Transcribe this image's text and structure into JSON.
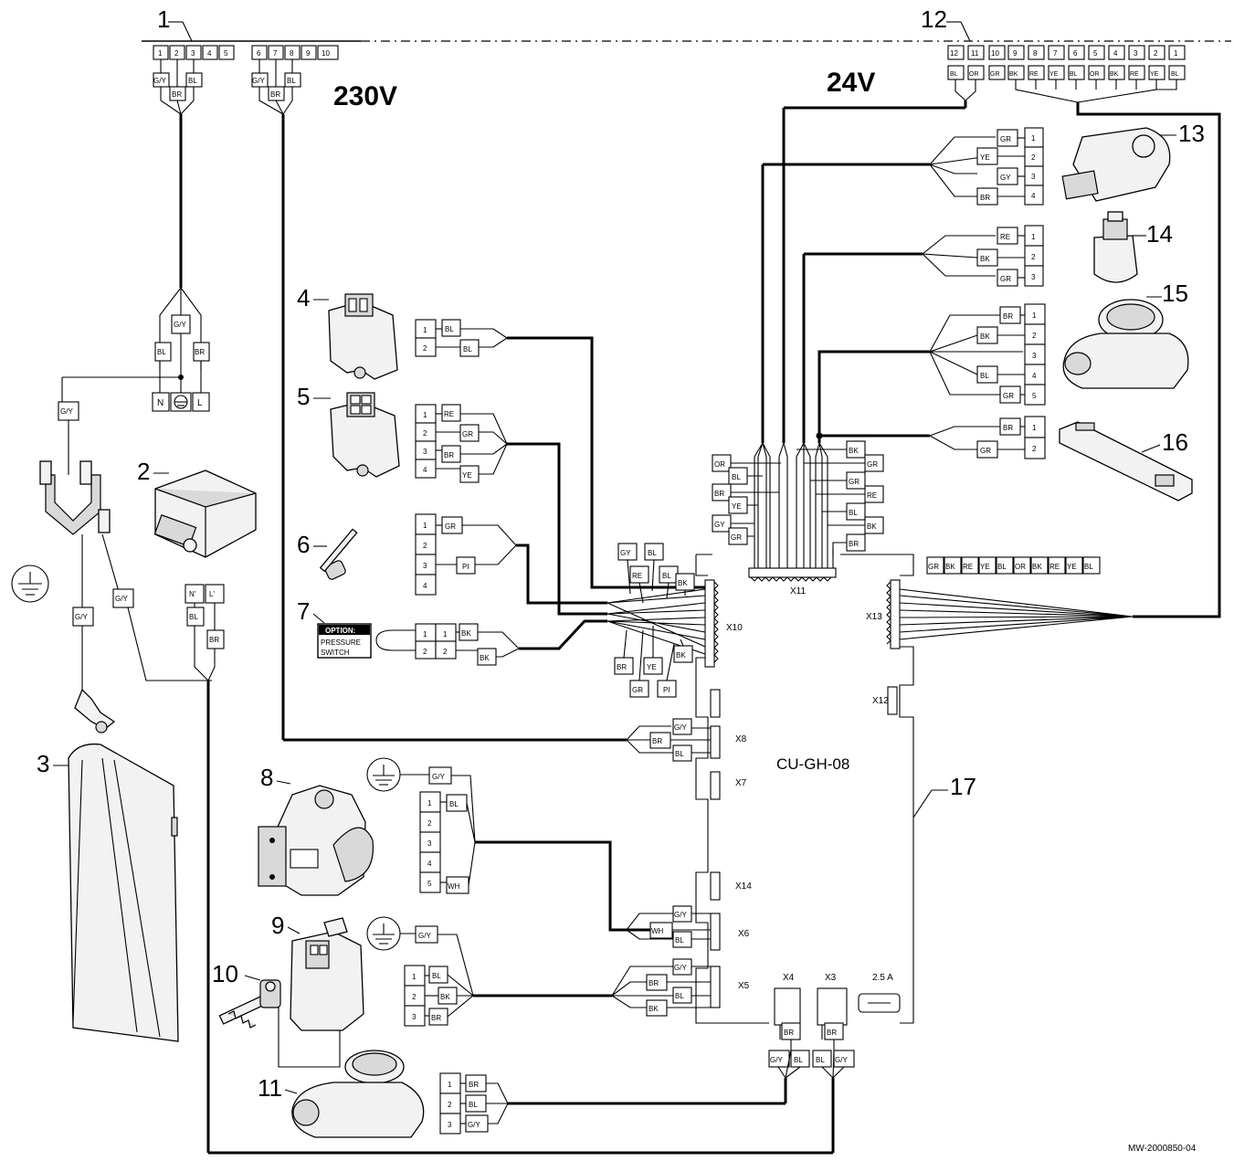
{
  "voltage": {
    "v230": "230V",
    "v24": "24V"
  },
  "board": {
    "name": "CU-GH-08",
    "connectors": {
      "x3": "X3",
      "x4": "X4",
      "x5": "X5",
      "x6": "X6",
      "x7": "X7",
      "x8": "X8",
      "x10": "X10",
      "x11": "X11",
      "x12": "X12",
      "x13": "X13",
      "x14": "X14"
    },
    "fuse": "2.5 A"
  },
  "callouts": {
    "c1": "1",
    "c2": "2",
    "c3": "3",
    "c4": "4",
    "c5": "5",
    "c6": "6",
    "c7": "7",
    "c8": "8",
    "c9": "9",
    "c10": "10",
    "c11": "11",
    "c12": "12",
    "c13": "13",
    "c14": "14",
    "c15": "15",
    "c16": "16",
    "c17": "17"
  },
  "terminal_230": [
    "1",
    "2",
    "3",
    "4",
    "5",
    "6",
    "7",
    "8",
    "9",
    "10"
  ],
  "terminal_24": [
    "12",
    "11",
    "10",
    "9",
    "8",
    "7",
    "6",
    "5",
    "4",
    "3",
    "2",
    "1"
  ],
  "terminal_24_wires": [
    "BL",
    "OR",
    "GR",
    "BK",
    "RE",
    "YE",
    "BL",
    "OR",
    "BK",
    "RE",
    "YE",
    "BL"
  ],
  "mains": {
    "n": "N",
    "l": "L",
    "n2": "N'",
    "l2": "L'"
  },
  "option": {
    "title": "OPTION:",
    "line1": "PRESSURE",
    "line2": "SWITCH"
  },
  "colors": {
    "gy": "G/Y",
    "br": "BR",
    "bl": "BL",
    "re": "RE",
    "gr": "GR",
    "ye": "YE",
    "bk": "BK",
    "pi": "PI",
    "gyx": "GY",
    "or": "OR",
    "wh": "WH"
  },
  "pins": {
    "p1": "1",
    "p2": "2",
    "p3": "3",
    "p4": "4",
    "p5": "5"
  },
  "doc_ref": "MW-2000850-04"
}
